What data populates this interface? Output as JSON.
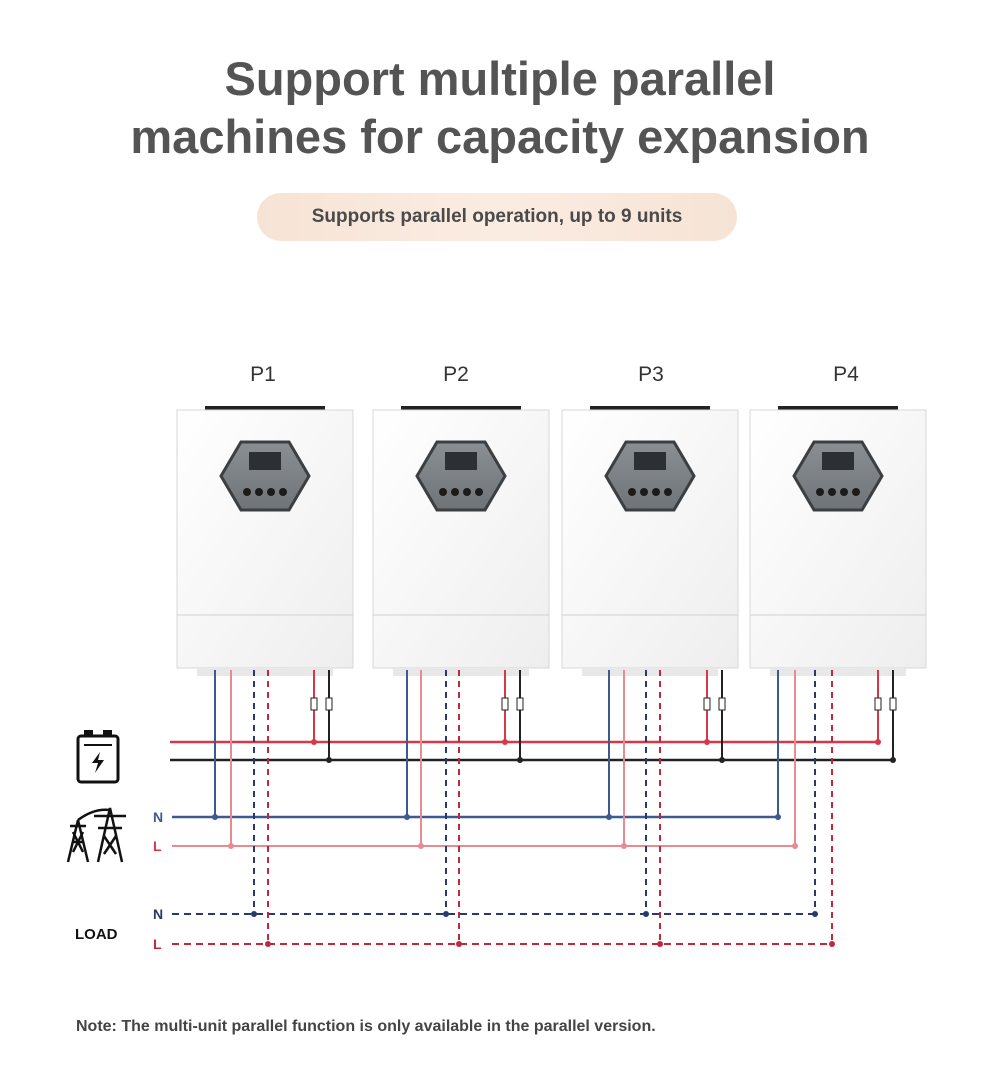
{
  "header": {
    "title_line1": "Support multiple parallel",
    "title_line2": "machines for capacity expansion",
    "subtitle": "Supports parallel operation, up to 9 units"
  },
  "units": [
    {
      "label": "P1"
    },
    {
      "label": "P2"
    },
    {
      "label": "P3"
    },
    {
      "label": "P4"
    }
  ],
  "lines": {
    "grid_n": "N",
    "grid_l": "L",
    "load_label": "LOAD",
    "load_n": "N",
    "load_l": "L"
  },
  "icons": {
    "battery": "battery-icon",
    "grid": "power-tower-icon"
  },
  "colors": {
    "red": "#d6384a",
    "black": "#222222",
    "blue": "#3c5a8f",
    "pink": "#e58b91",
    "navy_dash": "#283a6b",
    "red_dash": "#c2283c"
  },
  "note": "Note: The multi-unit parallel function is only available in the parallel version."
}
